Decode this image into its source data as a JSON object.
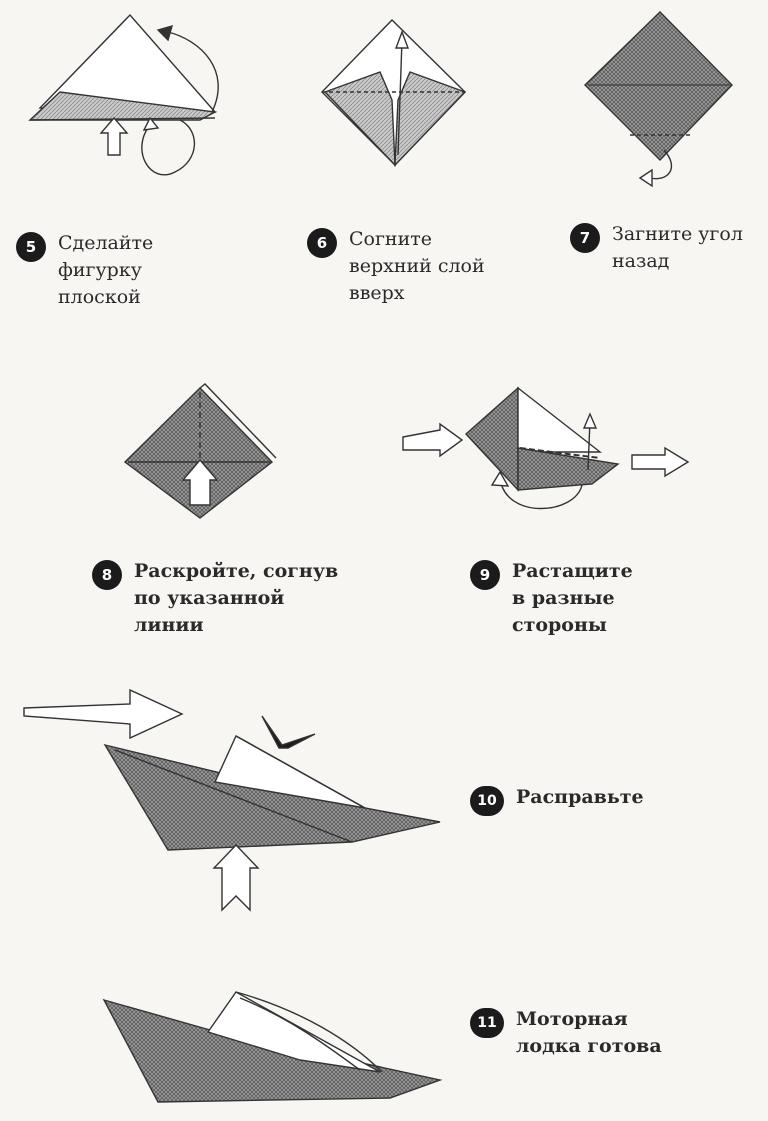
{
  "steps": [
    {
      "number": "5",
      "text": "Сделайте\nфигурку\nплоской"
    },
    {
      "number": "6",
      "text": "Согните\nверхний слой\nвверх"
    },
    {
      "number": "7",
      "text": "Загните угол\nназад"
    },
    {
      "number": "8",
      "text": "Раскройте, согнув\nпо указанной\nлинии"
    },
    {
      "number": "9",
      "text": "Растащите\nв разные\nстороны"
    },
    {
      "number": "10",
      "text": "Расправьте"
    },
    {
      "number": "11",
      "text": "Моторная\nлодка готова"
    }
  ],
  "colors": {
    "ink": "#2a2a2a",
    "paper": "#f7f6f2",
    "shade": "#8a8a8a"
  }
}
